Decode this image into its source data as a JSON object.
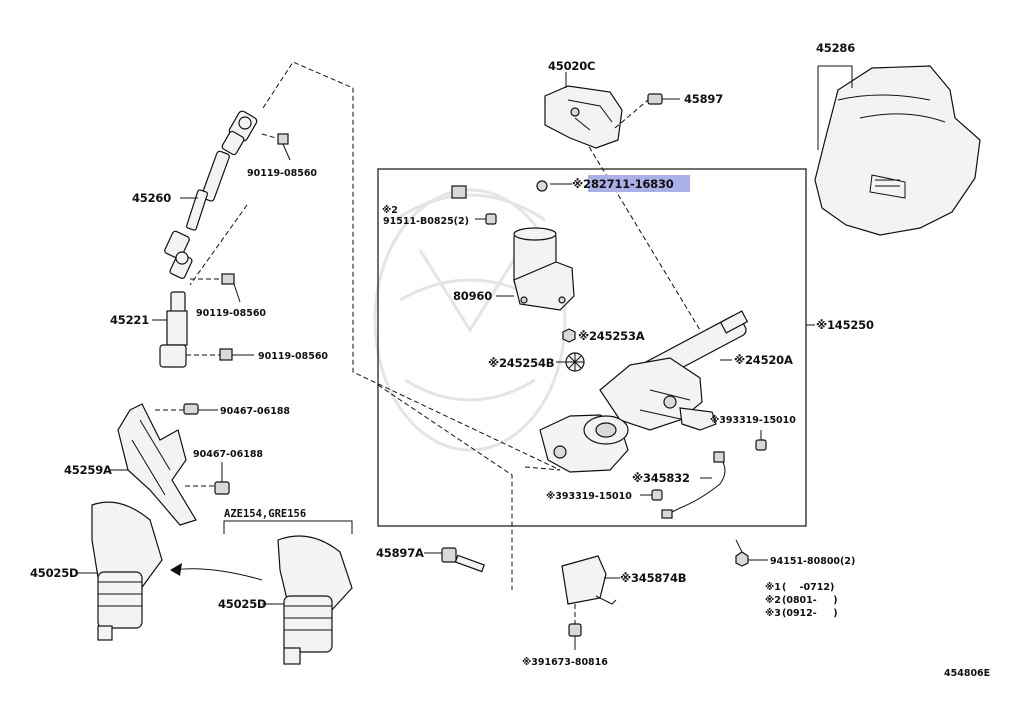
{
  "diagram_id": "454806E",
  "highlighted_part": "82711-16830",
  "labels": {
    "p45286": "45286",
    "p45020C": "45020C",
    "p45897": "45897",
    "p82711": "82711-16830",
    "p82711_mark": "※2",
    "p91511_mark": "※2",
    "p91511": "91511-B0825(2)",
    "p80960": "80960",
    "p45253A": "※245253A",
    "p45254B": "※245254B",
    "p4520A": "※24520A",
    "p145250": "※145250",
    "p393319a": "※393319-15010",
    "p45832": "※345832",
    "p393319b": "※393319-15010",
    "p94151": "94151-80800(2)",
    "p45874B": "※345874B",
    "p91673": "※391673-80816",
    "p45897A": "45897A",
    "p45260": "45260",
    "p90119a": "90119-08560",
    "p90119b": "90119-08560",
    "p45221": "45221",
    "p90119c": "90119-08560",
    "p90467a": "90467-06188",
    "p90467b": "90467-06188",
    "p45259A": "45259A",
    "p45025D_left": "45025D",
    "p45025D_right": "45025D",
    "variant": "AZE154,GRE156"
  },
  "legend": [
    {
      "mark": "※1",
      "range": "(    -0712)"
    },
    {
      "mark": "※2",
      "range": "(0801-     )"
    },
    {
      "mark": "※3",
      "range": "(0912-     )"
    }
  ]
}
